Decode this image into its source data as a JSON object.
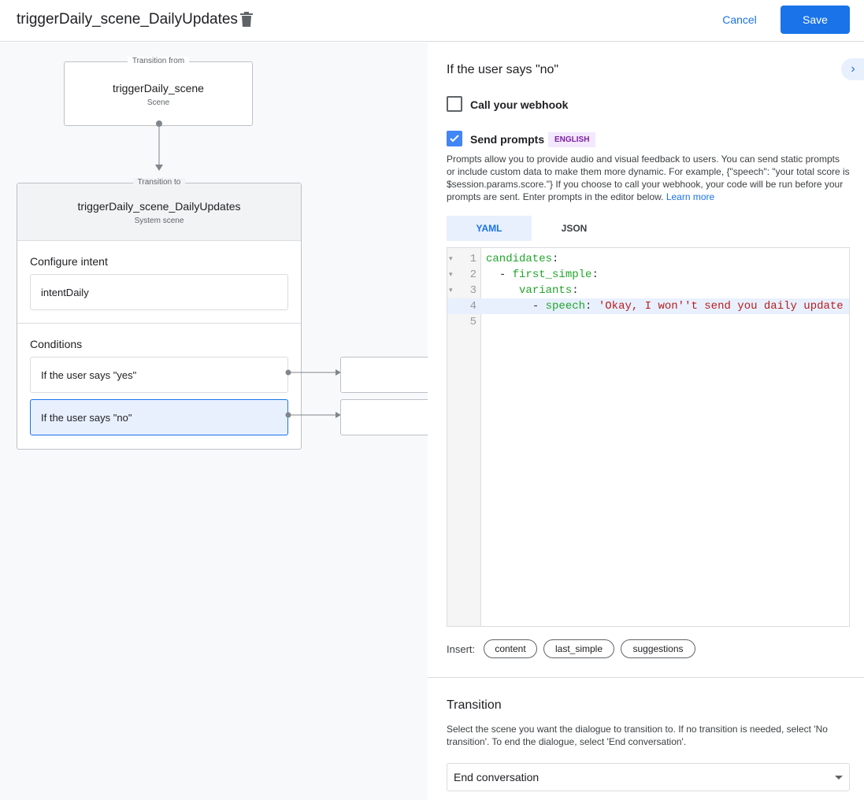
{
  "header": {
    "title": "triggerDaily_scene_DailyUpdates",
    "cancel": "Cancel",
    "save": "Save"
  },
  "canvas": {
    "from": {
      "caption": "Transition from",
      "name": "triggerDaily_scene",
      "type": "Scene"
    },
    "to": {
      "caption": "Transition to",
      "name": "triggerDaily_scene_DailyUpdates",
      "type": "System scene"
    },
    "intent_label": "Configure intent",
    "intent": "intentDaily",
    "conditions_label": "Conditions",
    "conditions": [
      "If the user says \"yes\"",
      "If the user says \"no\""
    ]
  },
  "panel": {
    "heading": "If the user says \"no\"",
    "webhook": {
      "label": "Call your webhook",
      "checked": false
    },
    "prompts": {
      "label": "Send prompts",
      "checked": true,
      "badge": "ENGLISH"
    },
    "description": "Prompts allow you to provide audio and visual feedback to users. You can send static prompts or include custom data to make them more dynamic. For example, {\"speech\": \"your total score is $session.params.score.\"} If you choose to call your webhook, your code will be run before your prompts are sent. Enter prompts in the editor below.",
    "learn_more": "Learn more",
    "tabs": [
      "YAML",
      "JSON"
    ],
    "active_tab": "YAML",
    "code": [
      {
        "n": "1",
        "fold": true,
        "indent": "",
        "dash": "",
        "key": "candidates",
        "colon": ":",
        "str": ""
      },
      {
        "n": "2",
        "fold": true,
        "indent": "  ",
        "dash": "- ",
        "key": "first_simple",
        "colon": ":",
        "str": ""
      },
      {
        "n": "3",
        "fold": true,
        "indent": "     ",
        "dash": "",
        "key": "variants",
        "colon": ":",
        "str": ""
      },
      {
        "n": "4",
        "fold": false,
        "indent": "       ",
        "dash": "- ",
        "key": "speech",
        "colon": ": ",
        "str": "'Okay, I won''t send you daily update"
      },
      {
        "n": "5",
        "fold": false,
        "indent": "",
        "dash": "",
        "key": "",
        "colon": "",
        "str": ""
      }
    ],
    "insert_label": "Insert:",
    "chips": [
      "content",
      "last_simple",
      "suggestions"
    ],
    "transition": {
      "title": "Transition",
      "description": "Select the scene you want the dialogue to transition to. If no transition is needed, select 'No transition'. To end the dialogue, select 'End conversation'.",
      "selected": "End conversation"
    },
    "colors": {
      "accent": "#1a73e8",
      "key": "#22a52a",
      "string": "#b71c1c",
      "badge_bg": "#f3e8fd",
      "badge_fg": "#7b1fa2"
    }
  }
}
